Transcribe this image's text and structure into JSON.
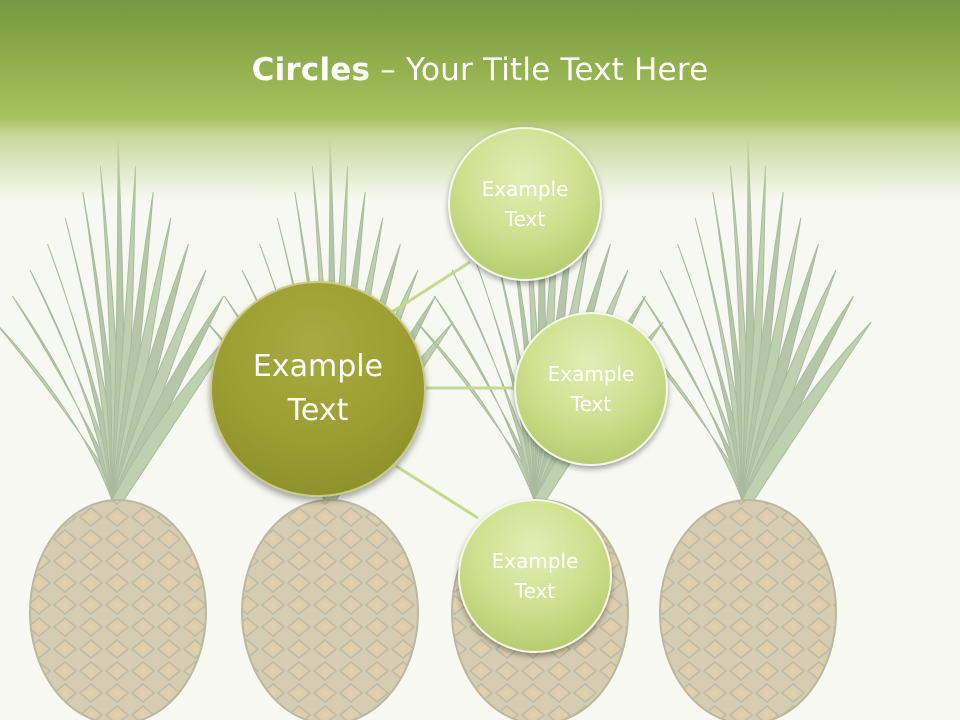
{
  "title": {
    "bold": "Circles",
    "rest": " – Your Title Text Here"
  },
  "center_circle": {
    "text": [
      "Example",
      "Text"
    ]
  },
  "circles": [
    {
      "text": [
        "Example",
        "Text"
      ]
    },
    {
      "text": [
        "Example",
        "Text"
      ]
    },
    {
      "text": [
        "Example",
        "Text"
      ]
    }
  ],
  "colors": {
    "title_band": "#8fae4c",
    "center_circle": "#9b9e32",
    "outer_circle": "#cfe08f",
    "connector": "#c6d88f",
    "text": "#ffffff"
  },
  "background": "pineapple photo (faded)"
}
